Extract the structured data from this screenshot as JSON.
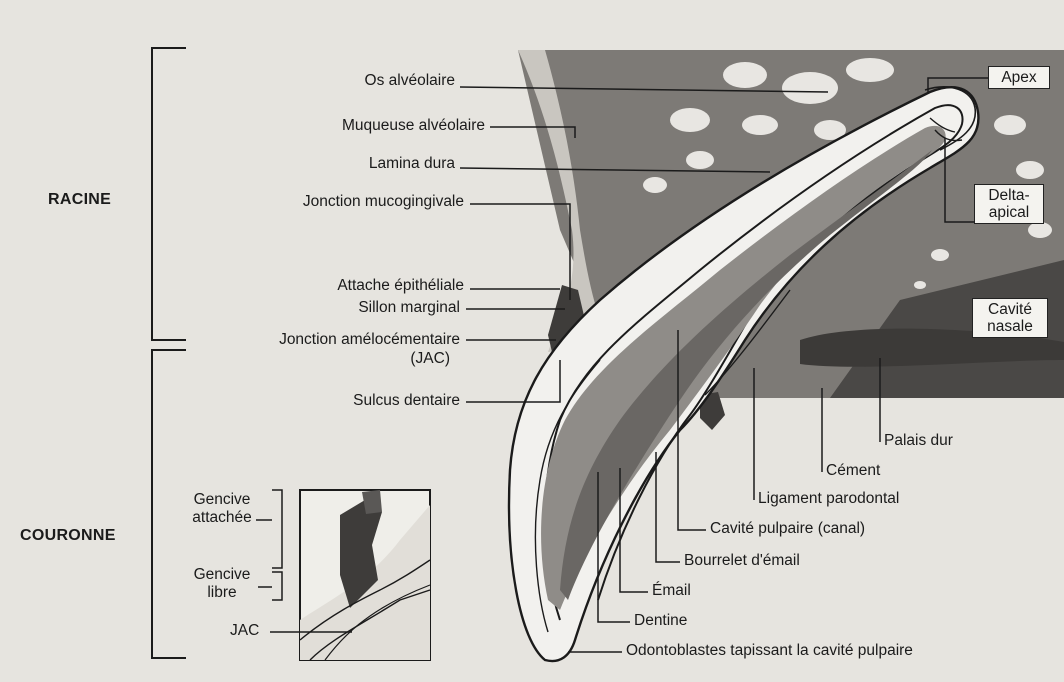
{
  "section_labels": {
    "racine": "RACINE",
    "couronne": "COURONNE"
  },
  "left_labels": {
    "os_alveolaire": "Os alvéolaire",
    "muqueuse_alveolaire": "Muqueuse alvéolaire",
    "lamina_dura": "Lamina dura",
    "jonction_mucogingivale": "Jonction mucogingivale",
    "attache_epitheliale": "Attache épithéliale",
    "sillon_marginal": "Sillon marginal",
    "jonction_amelocementaire": "Jonction amélocémentaire",
    "jac_paren": "(JAC)",
    "sulcus_dentaire": "Sulcus dentaire"
  },
  "right_labels": {
    "apex": "Apex",
    "delta_apical_1": "Delta-",
    "delta_apical_2": "apical",
    "cavite_nasale_1": "Cavité",
    "cavite_nasale_2": "nasale",
    "palais_dur": "Palais dur",
    "cement": "Cément",
    "ligament_parodontal": "Ligament parodontal",
    "cavite_pulpaire": "Cavité pulpaire (canal)",
    "bourrelet_email": "Bourrelet d'émail",
    "email": "Émail",
    "dentine": "Dentine",
    "odontoblastes": "Odontoblastes tapissant la cavité pulpaire"
  },
  "inset_labels": {
    "gencive_attachee_1": "Gencive",
    "gencive_attachee_2": "attachée",
    "gencive_libre_1": "Gencive",
    "gencive_libre_2": "libre",
    "jac": "JAC"
  },
  "colors": {
    "background": "#e6e4df",
    "bone": "#7d7a76",
    "gum": "#5a5856",
    "dentin": "#8f8c88",
    "pulp": "#6a6764",
    "enamel": "#f2f1ee",
    "line": "#1b1b1b"
  }
}
